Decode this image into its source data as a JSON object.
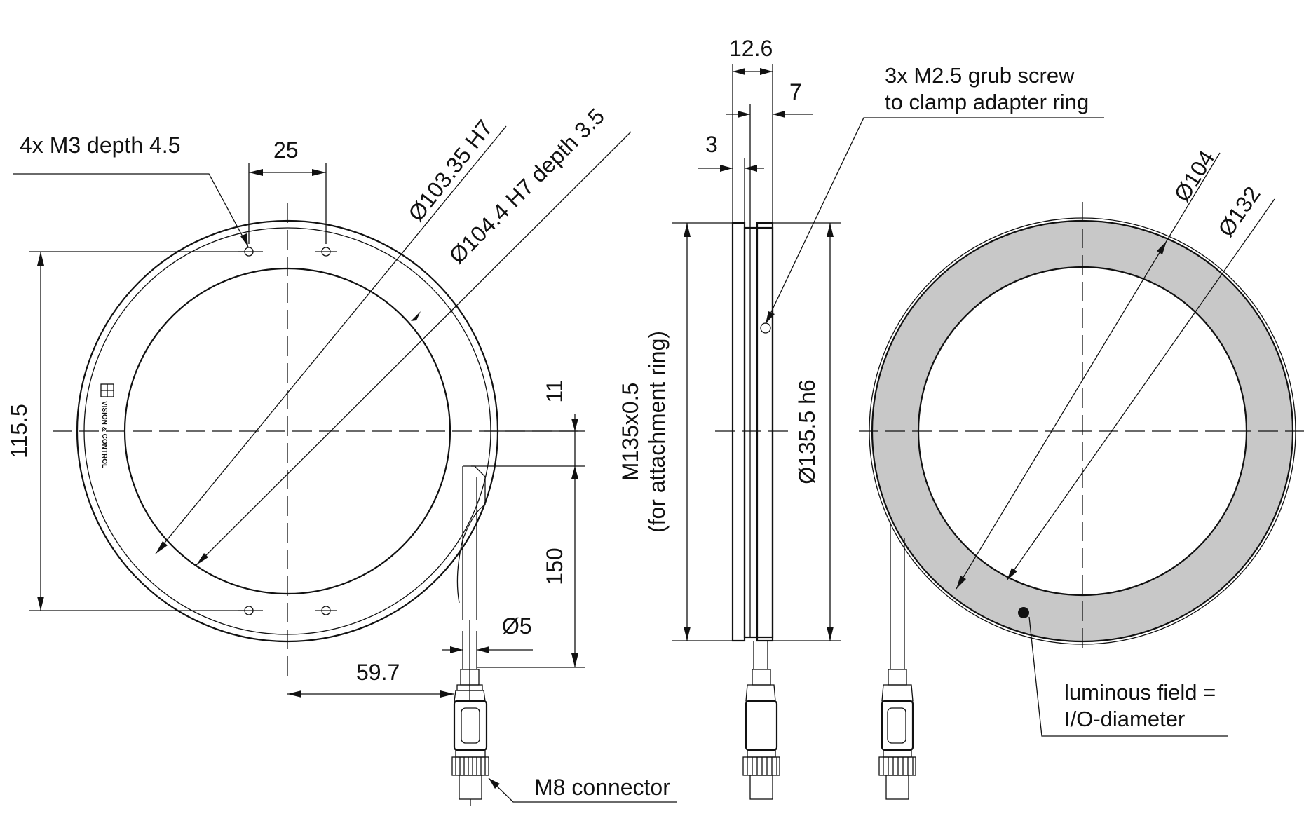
{
  "front_view": {
    "label_thread_holes": "4x M3 depth 4.5",
    "dim_hole_spacing": "25",
    "dim_hole_vertical": "115.5",
    "dim_inner_dia": "Ø103.35 H7",
    "dim_recess_dia": "Ø104.4 H7 depth 3.5",
    "dim_cable_offset": "11",
    "dim_cable_length": "150",
    "dim_cable_dia": "Ø5",
    "dim_cable_horizontal": "59.7",
    "label_connector": "M8 connector",
    "logo_text": "VISION & CONTROL"
  },
  "side_view": {
    "dim_total_width": "12.6",
    "dim_7": "7",
    "dim_3": "3",
    "label_grub_screw_line1": "3x M2.5 grub screw",
    "label_grub_screw_line2": "to clamp adapter ring",
    "dim_thread_line1": "M135x0.5",
    "dim_thread_line2": "(for attachment ring)",
    "dim_outer_dia": "Ø135.5 h6"
  },
  "back_view": {
    "dim_inner": "Ø104",
    "dim_outer": "Ø132",
    "label_field_line1": "luminous field =",
    "label_field_line2": "I/O-diameter",
    "colors": {
      "luminous_field": "#c8c8c8"
    }
  }
}
